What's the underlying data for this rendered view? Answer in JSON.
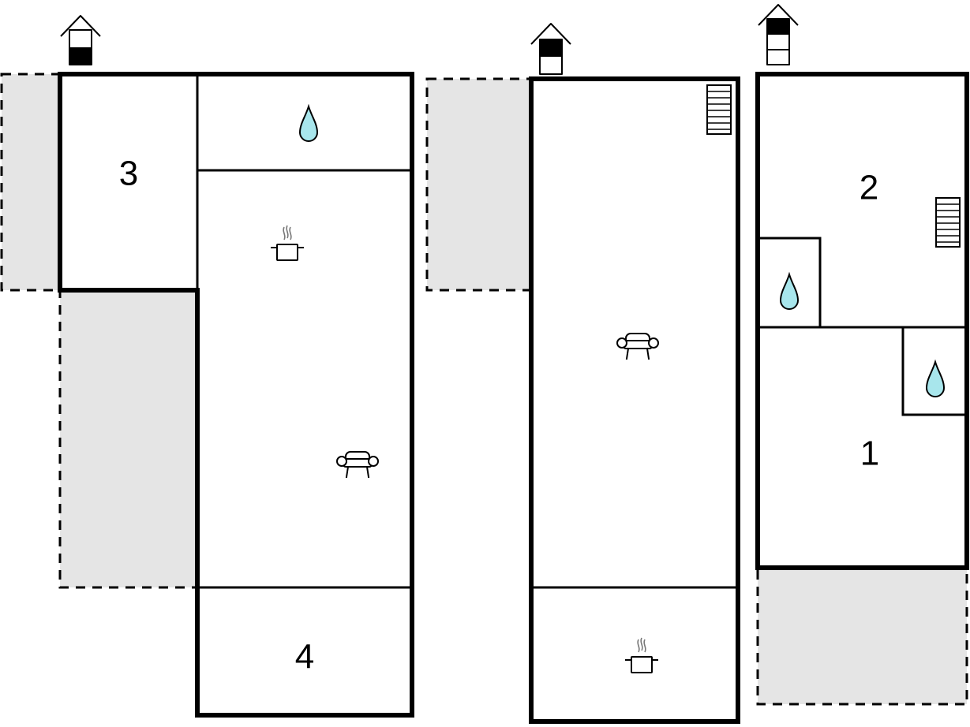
{
  "rooms": {
    "room_3": "3",
    "room_4": "4",
    "room_2": "2",
    "room_1": "1"
  },
  "icons": {
    "bathroom": "water-drop-icon",
    "kitchen": "cooking-pot-icon",
    "living": "armchair-icon",
    "stairs": "stairs-icon",
    "floor_level": "floor-level-house-icon"
  },
  "colors": {
    "walls": "#000000",
    "terrace_fill": "#e5e5e5",
    "water_drop": "#a8e6ec"
  }
}
